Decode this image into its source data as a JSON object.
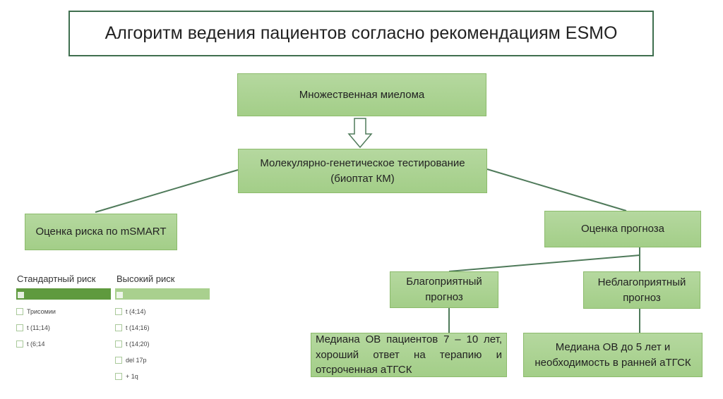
{
  "title": "Алгоритм ведения пациентов согласно рекомендациям ESMO",
  "nodes": {
    "myeloma": "Множественная миелома",
    "testing": "Молекулярно-генетическое тестирование (биоптат КМ)",
    "msmart": "Оценка риска по mSMART",
    "prognosis": "Оценка прогноза",
    "favorable": "Благоприятный прогноз",
    "unfavorable": "Неблагоприятный прогноз",
    "favorable_outcome": "Медиана ОВ пациентов 7 – 10 лет, хороший ответ на терапию и отсроченная аТГСК",
    "unfavorable_outcome": "Медиана ОВ до 5 лет и необходимость в ранней аТГСК"
  },
  "legend": {
    "standard": {
      "label": "Стандартный риск",
      "color": "#5f9a3e",
      "items": [
        "Трисомии",
        "t (11;14)",
        "t (6;14"
      ]
    },
    "high": {
      "label": "Высокий риск",
      "color": "#a9d08e",
      "items": [
        "t (4;14)",
        "t (14;16)",
        "t (14;20)",
        "del 17p",
        "+ 1q"
      ]
    }
  }
}
